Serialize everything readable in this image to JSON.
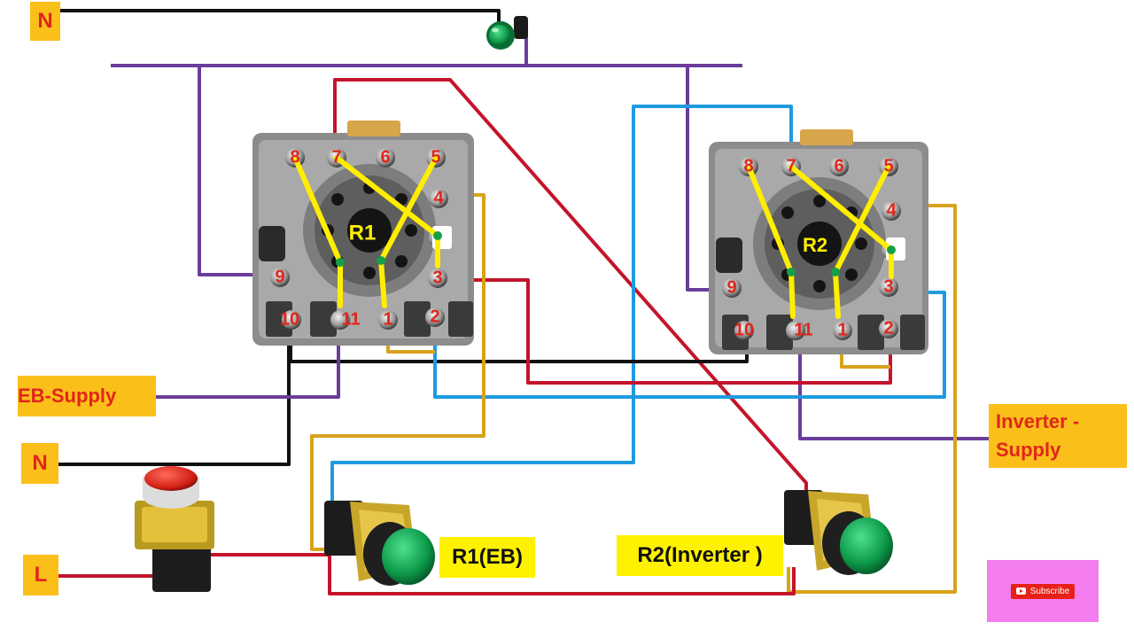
{
  "labels": {
    "n_top": "N",
    "n_bottom": "N",
    "l": "L",
    "eb_supply": "EB-Supply",
    "inverter_supply": "Inverter -\nSupply",
    "r1_button": "R1(EB)",
    "r2_button": "R2(Inverter )",
    "subscribe": "Subscribe"
  },
  "relays": [
    {
      "name": "R1",
      "pins": {
        "p1": "1",
        "p2": "2",
        "p3": "3",
        "p4": "4",
        "p5": "5",
        "p6": "6",
        "p7": "7",
        "p8": "8",
        "p9": "9",
        "p10": "10",
        "p11": "11"
      }
    },
    {
      "name": "R2",
      "pins": {
        "p1": "1",
        "p2": "2",
        "p3": "3",
        "p4": "4",
        "p5": "5",
        "p6": "6",
        "p7": "7",
        "p8": "8",
        "p9": "9",
        "p10": "10",
        "p11": "11"
      }
    }
  ],
  "colors": {
    "neutral_black": "#111111",
    "purple": "#6a3d9a",
    "red": "#c4142b",
    "blue": "#1e9be0",
    "gold": "#d9a21b",
    "yellow_link": "#ffee00",
    "green_node": "#15a047",
    "orange_tag": "#fbbf1a",
    "yellow_tag": "#fff200",
    "pink_box": "#f47ef0"
  }
}
